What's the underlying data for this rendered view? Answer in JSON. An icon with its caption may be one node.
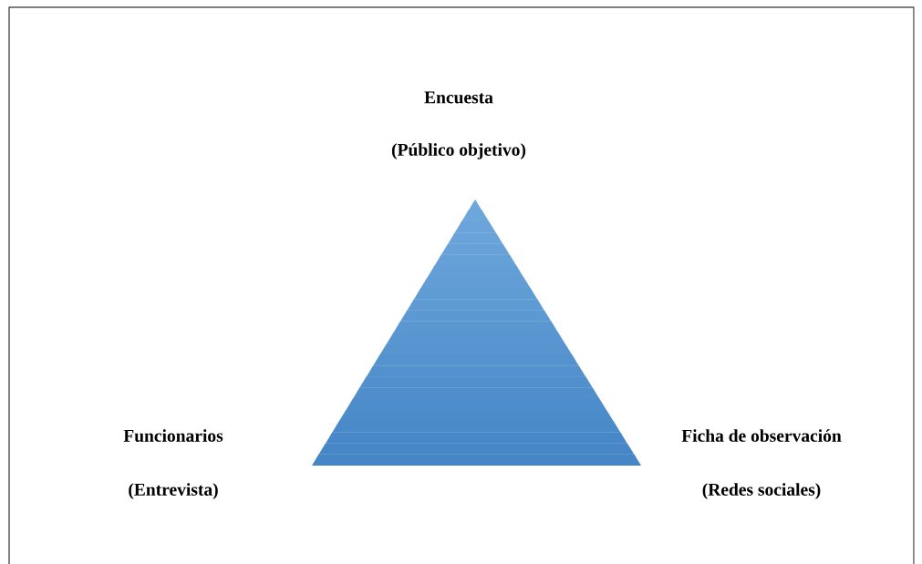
{
  "diagram": {
    "nodes": [
      {
        "text": [],
        "shape": "triangle"
      }
    ],
    "labels": [
      "Encuesta",
      "(Público objetivo)",
      "Funcionarios",
      "(Entrevista)",
      "Ficha de observación",
      "(Redes sociales)"
    ]
  }
}
